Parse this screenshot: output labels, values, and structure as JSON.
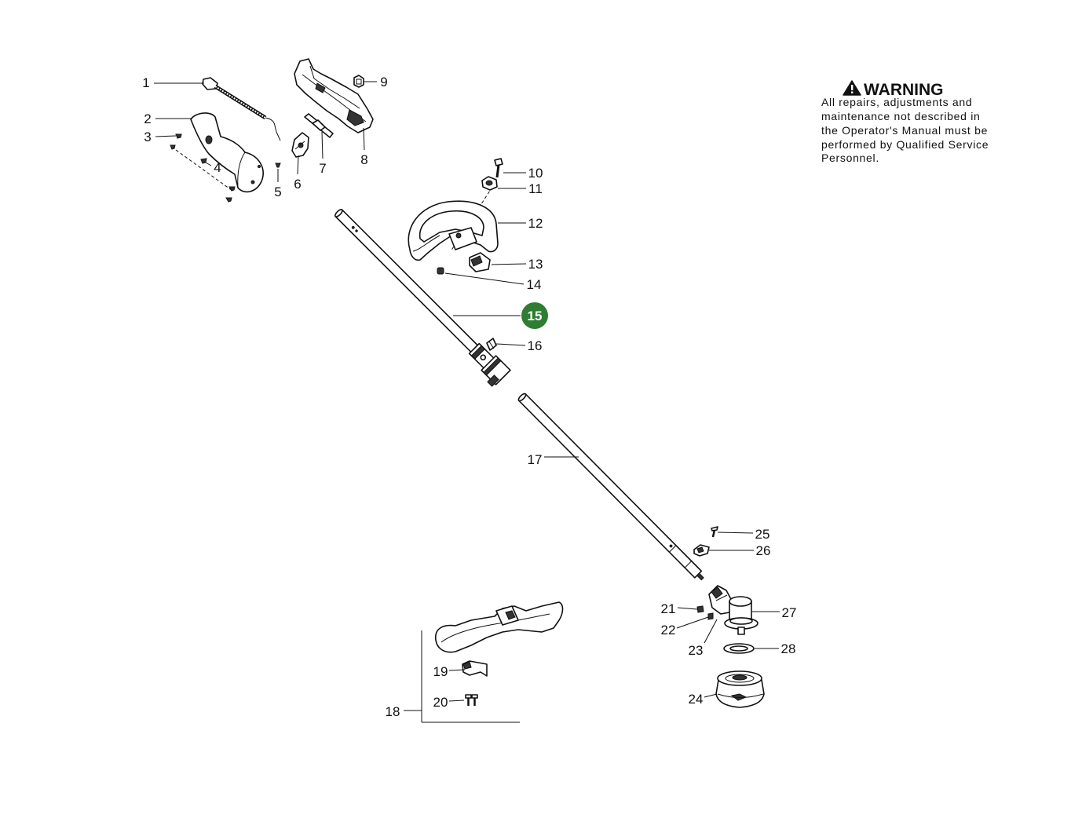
{
  "callouts": [
    "1",
    "2",
    "3",
    "4",
    "5",
    "6",
    "7",
    "8",
    "9",
    "10",
    "11",
    "12",
    "13",
    "14",
    "15",
    "16",
    "17",
    "18",
    "19",
    "20",
    "21",
    "22",
    "23",
    "24",
    "25",
    "26",
    "27",
    "28"
  ],
  "highlight": {
    "part": "15",
    "color": "#2f7d32"
  },
  "warning": {
    "icon": "warning-triangle-icon",
    "title": "WARNING",
    "lines": [
      "All repairs, adjustments and",
      "maintenance not described in",
      "the Operator's Manual must be",
      "performed by Qualified Service",
      "Personnel."
    ]
  }
}
